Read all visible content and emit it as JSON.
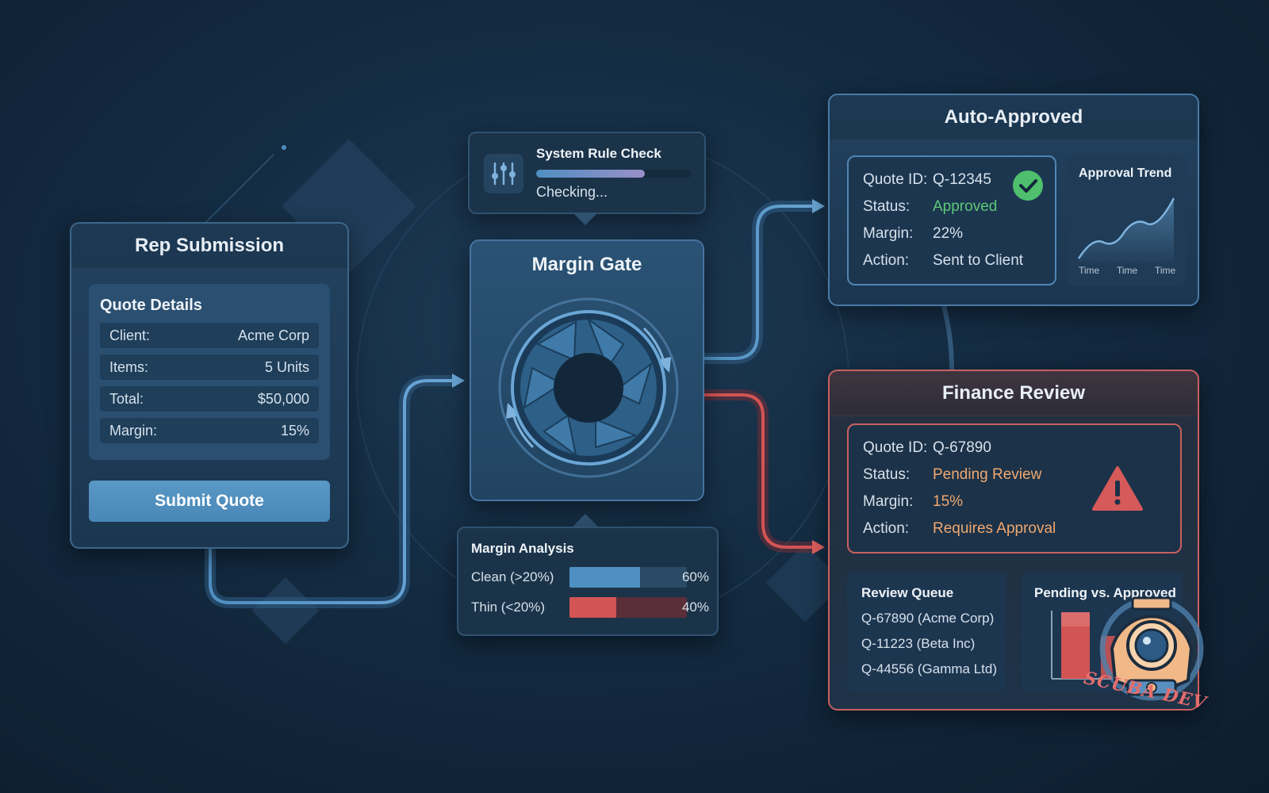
{
  "rep_submission": {
    "title": "Rep Submission",
    "card_title": "Quote Details",
    "rows": [
      {
        "label": "Client:",
        "value": "Acme Corp"
      },
      {
        "label": "Items:",
        "value": "5 Units"
      },
      {
        "label": "Total:",
        "value": "$50,000"
      },
      {
        "label": "Margin:",
        "value": "15%"
      }
    ],
    "submit_label": "Submit Quote"
  },
  "rule_check": {
    "label": "System Rule Check",
    "status": "Checking...",
    "progress": 0.7
  },
  "margin_gate": {
    "title": "Margin Gate"
  },
  "margin_analysis": {
    "title": "Margin Analysis",
    "rows": [
      {
        "label": "Clean (>20%)",
        "percent": "60%",
        "fraction": 0.6,
        "color": "#4f8fc1",
        "track": "#2a4a66"
      },
      {
        "label": "Thin (<20%)",
        "percent": "40%",
        "fraction": 0.4,
        "color": "#d25454",
        "track": "#5a2f3a"
      }
    ]
  },
  "auto_approved": {
    "title": "Auto-Approved",
    "fields": [
      {
        "key": "Quote ID:",
        "value": "Q-12345"
      },
      {
        "key": "Status:",
        "value": "Approved"
      },
      {
        "key": "Margin:",
        "value": "22%"
      },
      {
        "key": "Action:",
        "value": "Sent to Client"
      }
    ],
    "trend": {
      "title": "Approval Trend",
      "labels": [
        "Time",
        "Time",
        "Time"
      ]
    }
  },
  "finance_review": {
    "title": "Finance Review",
    "fields": [
      {
        "key": "Quote ID:",
        "value": "Q-67890"
      },
      {
        "key": "Status:",
        "value": "Pending Review"
      },
      {
        "key": "Margin:",
        "value": "15%"
      },
      {
        "key": "Action:",
        "value": "Requires Approval"
      }
    ],
    "queue": {
      "title": "Review Queue",
      "items": [
        "Q-67890 (Acme Corp)",
        "Q-11223 (Beta Inc)",
        "Q-44556 (Gamma Ltd)"
      ]
    },
    "pending_chart": {
      "title": "Pending vs. Approved"
    }
  },
  "watermark": {
    "text": "SCUBA DEV"
  },
  "colors": {
    "accent_blue": "#4f8fc1",
    "approved_green": "#5cc777",
    "alert_red": "#d25454",
    "pending_orange": "#f0a870"
  }
}
